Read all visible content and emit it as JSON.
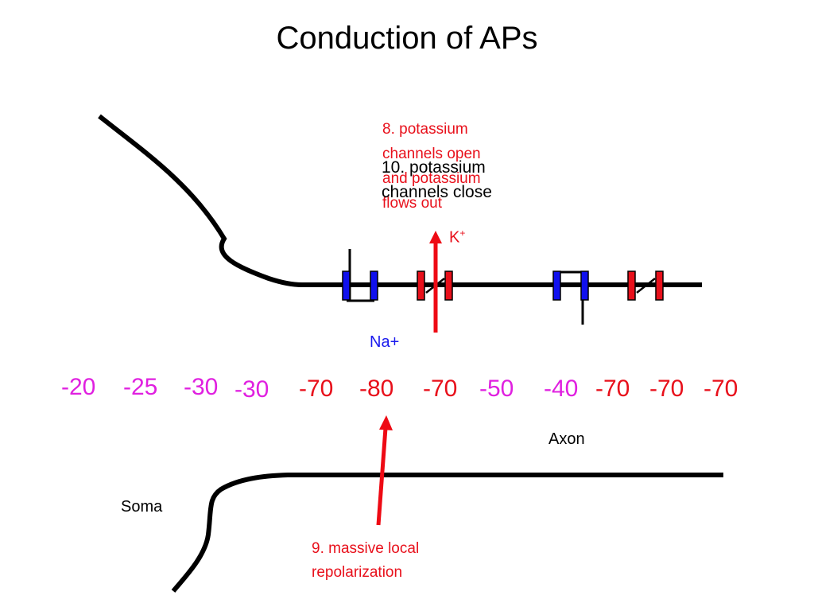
{
  "title": "Conduction of APs",
  "colors": {
    "membrane": "#000000",
    "na_channel": "#1010ee",
    "k_channel": "#e8101b",
    "arrow": "#ee0a14",
    "magenta": "#e020e0",
    "red_text": "#e8101b",
    "blue_text": "#1a1aee"
  },
  "notes": {
    "step8": [
      "8. potassium",
      "channels open",
      "and potassium",
      "flows out"
    ],
    "step10": [
      "10. potassium",
      "channels close"
    ],
    "step9": [
      "9. massive local",
      "repolarization"
    ]
  },
  "labels": {
    "k_ion": "K",
    "k_charge": "+",
    "na_ion": "Na+",
    "axon": "Axon",
    "soma": "Soma"
  },
  "voltages": [
    "-20",
    "-25",
    "-30",
    "-30",
    "-70",
    "-80",
    "-70",
    "-50",
    "-40",
    "-70",
    "-70",
    "-70"
  ]
}
